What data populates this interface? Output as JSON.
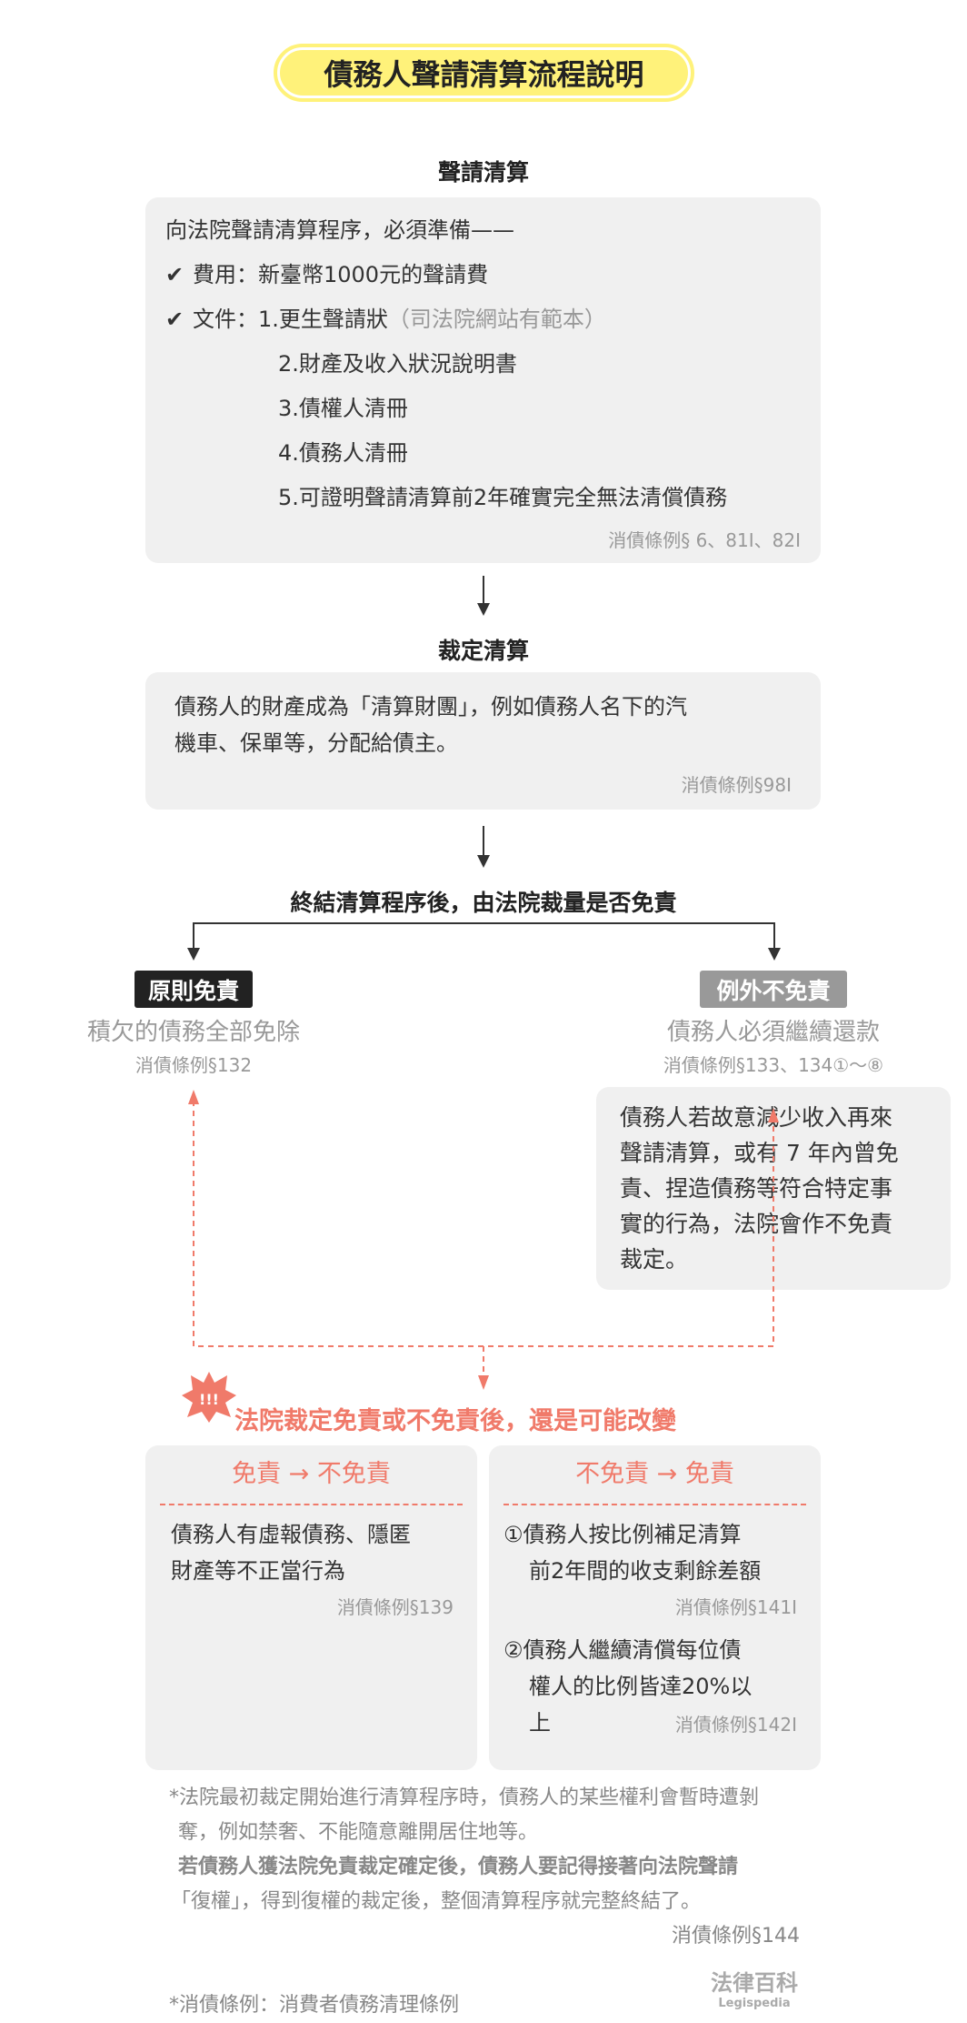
{
  "title": "債務人聲請清算流程說明",
  "step1": {
    "heading": "聲請清算",
    "intro": "向法院聲請清算程序，必須準備——",
    "fee_label": "費用：",
    "fee_value": "新臺幣1000元的聲請費",
    "docs_label": "文件：",
    "docs": [
      "1.更生聲請狀",
      "2.財產及收入狀況說明書",
      "3.債權人清冊",
      "4.債務人清冊",
      "5.可證明聲請清算前2年確實完全無法清償債務"
    ],
    "docs_note": "（司法院網站有範本）",
    "ref": "消債條例§ 6、81Ⅰ、82Ⅰ"
  },
  "step2": {
    "heading": "裁定清算",
    "text_1": "債務人的財產成為「清算財團」，例如債務人名下的汽",
    "text_2": "機車、保單等，分配給債主。",
    "ref": "消債條例§98Ⅰ"
  },
  "step3": {
    "heading": "終結清算程序後，由法院裁量是否免責"
  },
  "left_branch": {
    "badge": "原則免責",
    "desc": "積欠的債務全部免除",
    "ref": "消債條例§132"
  },
  "right_branch": {
    "badge": "例外不免責",
    "desc": "債務人必須繼續還款",
    "ref": "消債條例§133、134①～⑧",
    "detail": [
      "債務人若故意減少收入再來",
      "聲請清算，或有 7 年內曾免",
      "責、捏造債務等符合特定事",
      "實的行為，法院會作不免責",
      "裁定。"
    ]
  },
  "change": {
    "burst": "!!!",
    "heading": "法院裁定免責或不免責後，還是可能改變",
    "left": {
      "title": "免責 → 不免責",
      "lines": [
        "債務人有虛報債務、隱匿",
        "財產等不正當行為"
      ],
      "ref": "消債條例§139"
    },
    "right": {
      "title": "不免責 → 免責",
      "item1": [
        "①債務人按比例補足清算",
        "前2年間的收支剩餘差額"
      ],
      "ref1": "消債條例§141Ⅰ",
      "item2": [
        "②債務人繼續清償每位債",
        "權人的比例皆達20%以",
        "上"
      ],
      "ref2": "消債條例§142Ⅰ"
    }
  },
  "footnote": {
    "lines": [
      "*法院最初裁定開始進行清算程序時，債務人的某些權利會暫時遭剝",
      "奪，例如禁奢、不能隨意離開居住地等。",
      "若債務人獲法院免責裁定確定後，債務人要記得接著向法院聲請",
      "「復權」，得到復權的裁定後，整個清算程序就完整終結了。"
    ],
    "ref": "消債條例§144"
  },
  "legend": "*消債條例：消費者債務清理條例",
  "logo": {
    "cn": "法律百科",
    "en": "Legispedia"
  },
  "colors": {
    "yellow": "#fff27a",
    "accent": "#f07a6a",
    "box": "#f0f0f0"
  }
}
